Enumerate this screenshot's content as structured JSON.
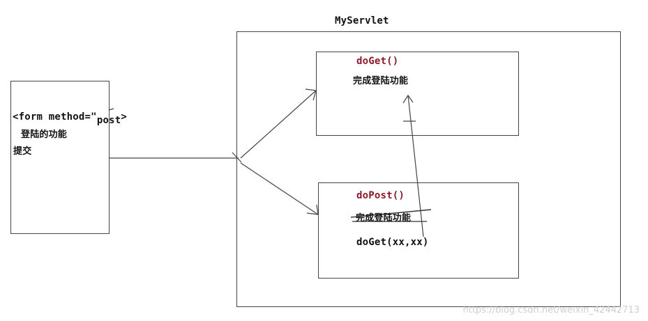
{
  "servlet": {
    "title": "MyServlet"
  },
  "form_box": {
    "line1_a": "<form method=\"",
    "line1_b": "post",
    "line1_c": ">",
    "line2": "登陆的功能",
    "line3": "提交"
  },
  "doget_box": {
    "method": "doGet()",
    "desc": "完成登陆功能"
  },
  "dopost_box": {
    "method": "doPost()",
    "desc_struck": "完成登陆功能",
    "call": "doGet(xx,xx)"
  },
  "watermark": "https://blog.csdn.net/weixin_42442713"
}
